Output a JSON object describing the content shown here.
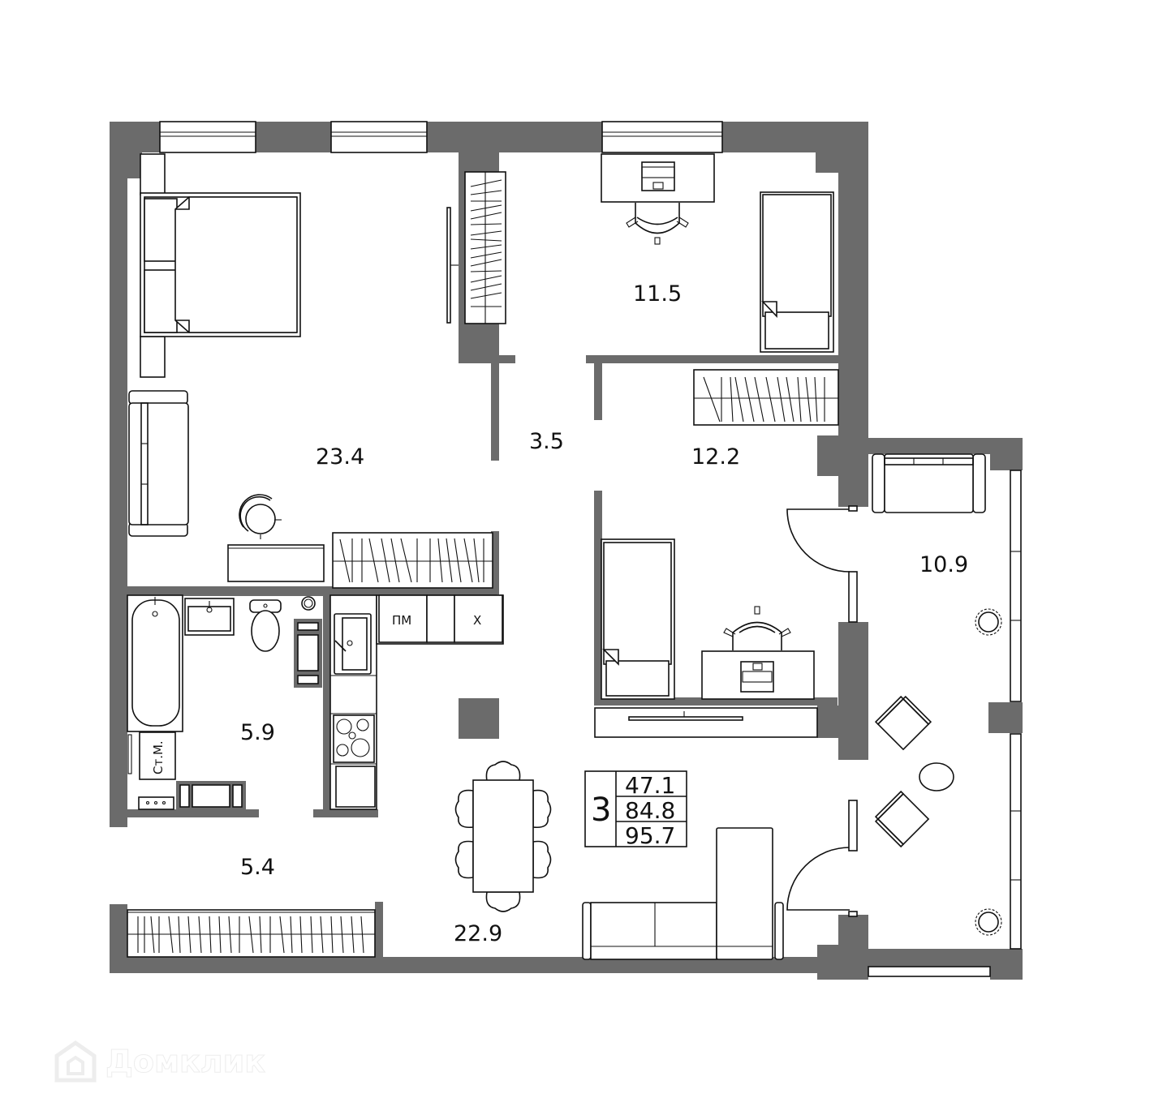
{
  "plan": {
    "rooms": [
      {
        "id": "bedroom-master",
        "area": "23.4"
      },
      {
        "id": "hallway-small",
        "area": "3.5"
      },
      {
        "id": "bedroom-office",
        "area": "11.5"
      },
      {
        "id": "bedroom-kids",
        "area": "12.2"
      },
      {
        "id": "balcony-lounge",
        "area": "10.9"
      },
      {
        "id": "bathroom",
        "area": "5.9"
      },
      {
        "id": "entrance-hall",
        "area": "5.4"
      },
      {
        "id": "kitchen-living",
        "area": "22.9"
      }
    ],
    "appliance_labels": {
      "dishwasher": "ПМ",
      "fridge": "Х",
      "washing_machine": "Ст.М."
    },
    "summary": {
      "room_count": "3",
      "living_area": "47.1",
      "total_area": "84.8",
      "total_with_balcony": "95.7"
    },
    "colors": {
      "wall": "#6b6b6b",
      "line": "#111111",
      "background": "#ffffff"
    }
  },
  "watermark": {
    "brand": "Домклик",
    "icon": "house-logo-icon"
  }
}
